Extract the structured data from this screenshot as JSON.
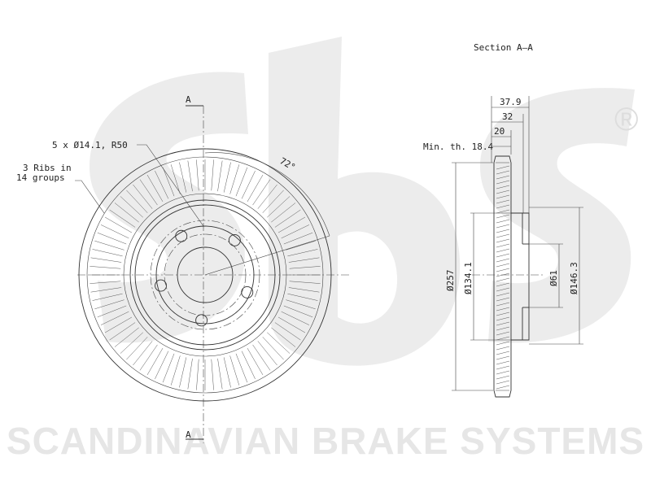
{
  "watermark": {
    "brand_text": "SCANDINAVIAN BRAKE SYSTEMS",
    "registered_mark": "®"
  },
  "front_view": {
    "section_marker_top": "A",
    "section_marker_bottom": "A",
    "bolt_holes_label": "5 x Ø14.1, R50",
    "ribs_label_line1": "3 Ribs in",
    "ribs_label_line2": "14 groups",
    "angle_label": "72°"
  },
  "section_view": {
    "title": "Section A–A",
    "min_thickness_label": "Min. th. 18.4",
    "dim_width_total": "37.9",
    "dim_width_hat": "32",
    "dim_width_disc": "20",
    "dim_outer_diameter": "Ø257",
    "dim_hat_diameter": "Ø134.1",
    "dim_center_bore": "Ø61",
    "dim_hat_outer": "Ø146.3"
  }
}
